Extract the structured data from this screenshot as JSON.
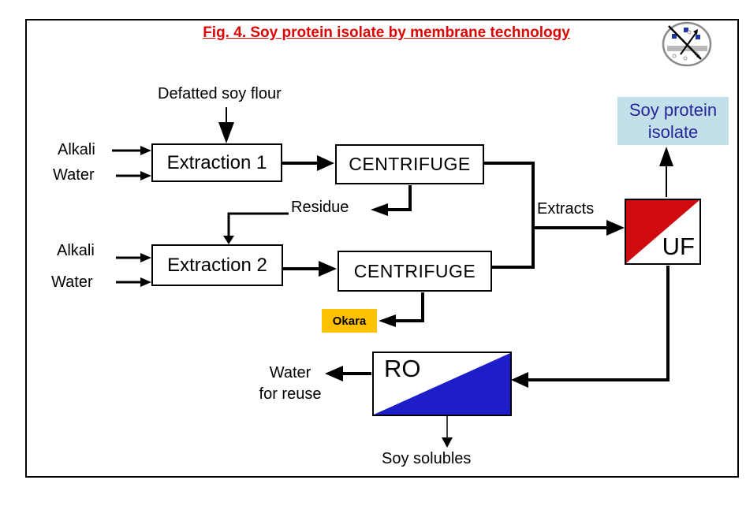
{
  "title": "Fig. 4. Soy protein isolate by membrane technology",
  "logo": {
    "name": "membrane-technology-logo"
  },
  "nodes": {
    "extraction_1": "Extraction 1",
    "centrifuge_1": "CENTRIFUGE",
    "extraction_2": "Extraction 2",
    "centrifuge_2": "CENTRIFUGE",
    "uf": "UF",
    "ro": "RO",
    "okara": "Okara",
    "soy_protein_isolate_line1": "Soy protein",
    "soy_protein_isolate_line2": "isolate"
  },
  "labels": {
    "defatted_soy_flour": "Defatted soy flour",
    "alkali_1": "Alkali",
    "water_1": "Water",
    "alkali_2": "Alkali",
    "water_2": "Water",
    "residue": "Residue",
    "extracts": "Extracts",
    "water_for_reuse_line1": "Water",
    "water_for_reuse_line2": "for reuse",
    "soy_solubles": "Soy solubles"
  },
  "colors": {
    "title_red": "#dd0404",
    "uf_red": "#d00b10",
    "ro_blue": "#1e1ec9",
    "okara_amber": "#ffc103",
    "spi_bg": "#c3e0ea",
    "spi_text": "#23269b",
    "line_black": "#000000"
  }
}
